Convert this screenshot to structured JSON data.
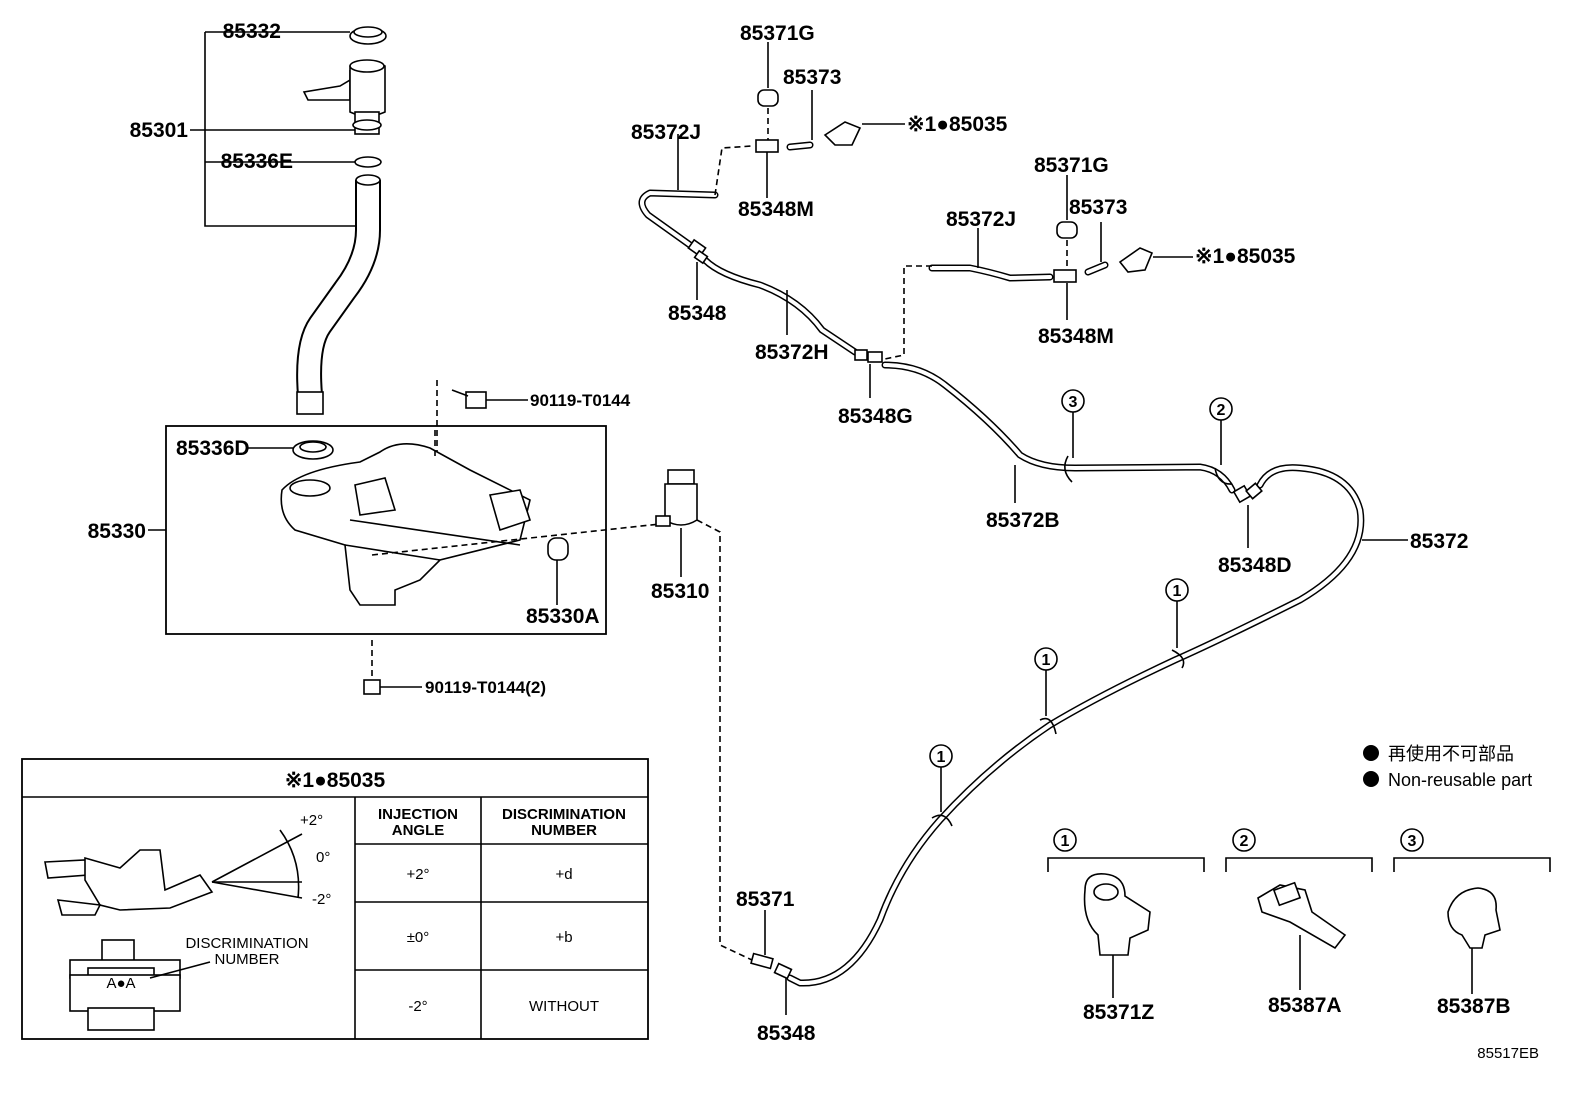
{
  "callouts": {
    "p85332": "85332",
    "p85301": "85301",
    "p85336E": "85336E",
    "p85336D": "85336D",
    "p85330": "85330",
    "p85330A": "85330A",
    "p90119_top": "90119-T0144",
    "p90119_bottom": "90119-T0144(2)",
    "p85310": "85310",
    "p85371G_a": "85371G",
    "p85373_a": "85373",
    "p85372J_a": "85372J",
    "p85348M_a": "85348M",
    "p85035_a": "※1●85035",
    "p85371G_b": "85371G",
    "p85373_b": "85373",
    "p85372J_b": "85372J",
    "p85348M_b": "85348M",
    "p85035_b": "※1●85035",
    "p85348_top": "85348",
    "p85372H": "85372H",
    "p85348G": "85348G",
    "p85372B": "85372B",
    "p85348D": "85348D",
    "p85372": "85372",
    "p85371": "85371",
    "p85348_bottom": "85348",
    "p85371Z": "85371Z",
    "p85387A": "85387A",
    "p85387B": "85387B"
  },
  "clamp_markers": {
    "one": "1",
    "two": "2",
    "three": "3"
  },
  "legend": {
    "japanese": "再使用不可部品",
    "english": "Non-reusable part"
  },
  "inset": {
    "title": "※1●85035",
    "angle_plus": "+2°",
    "angle_zero": "0°",
    "angle_minus": "-2°",
    "disc_label_line1": "DISCRIMINATION",
    "disc_label_line2": "NUMBER",
    "stamp_text": "A●A",
    "col1_header_line1": "INJECTION",
    "col1_header_line2": "ANGLE",
    "col2_header_line1": "DISCRIMINATION",
    "col2_header_line2": "NUMBER",
    "rows": [
      {
        "angle": "+2°",
        "number": "+d"
      },
      {
        "angle": "±0°",
        "number": "+b"
      },
      {
        "angle": "-2°",
        "number": "WITHOUT"
      }
    ]
  },
  "diagram_code": "85517EB"
}
